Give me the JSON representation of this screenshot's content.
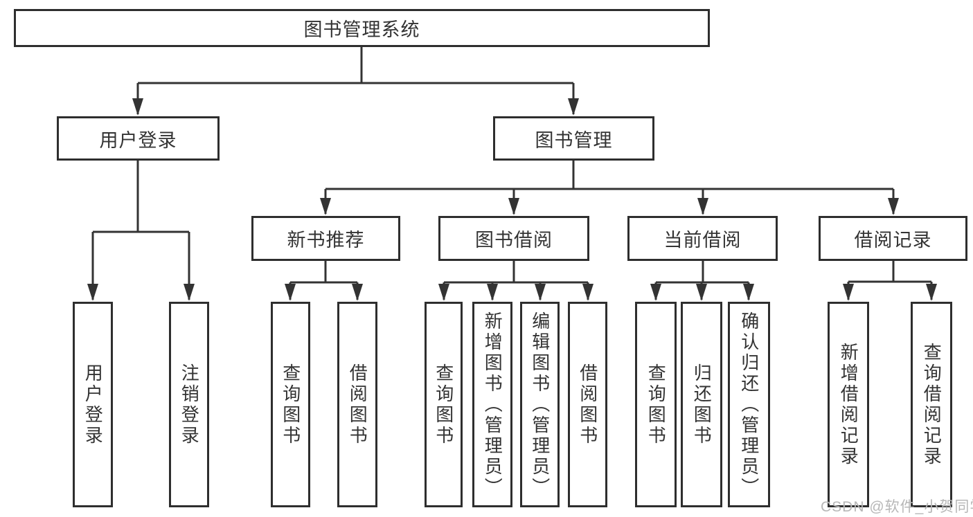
{
  "diagram": {
    "background_color": "#ffffff",
    "line_color": "#333333",
    "text_color": "#333333",
    "watermark": {
      "text": "CSDN @软件_小贺同学",
      "color": "#b7b7b7"
    },
    "nodes": {
      "root": "图书管理系统",
      "user_login_branch": {
        "label": "用户登录",
        "children": [
          "用户登录",
          "注销登录"
        ]
      },
      "book_mgmt_branch": {
        "label": "图书管理",
        "groups": [
          {
            "label": "新书推荐",
            "children": [
              "查询图书",
              "借阅图书"
            ]
          },
          {
            "label": "图书借阅",
            "children": [
              "查询图书",
              "新增图书（管理员）",
              "编辑图书（管理员）",
              "借阅图书"
            ]
          },
          {
            "label": "当前借阅",
            "children": [
              "查询图书",
              "归还图书",
              "确认归还（管理员）"
            ]
          },
          {
            "label": "借阅记录",
            "children": [
              "新增借阅记录",
              "查询借阅记录"
            ]
          }
        ]
      }
    }
  }
}
